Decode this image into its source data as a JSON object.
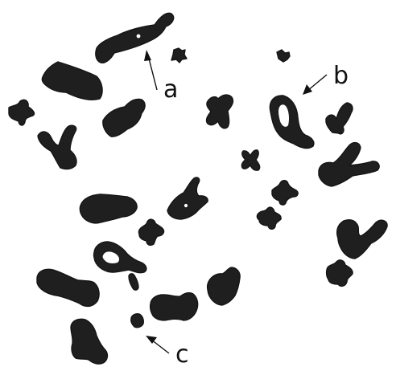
{
  "figure": {
    "labels": {
      "a": "a",
      "b": "b",
      "c": "c"
    }
  }
}
